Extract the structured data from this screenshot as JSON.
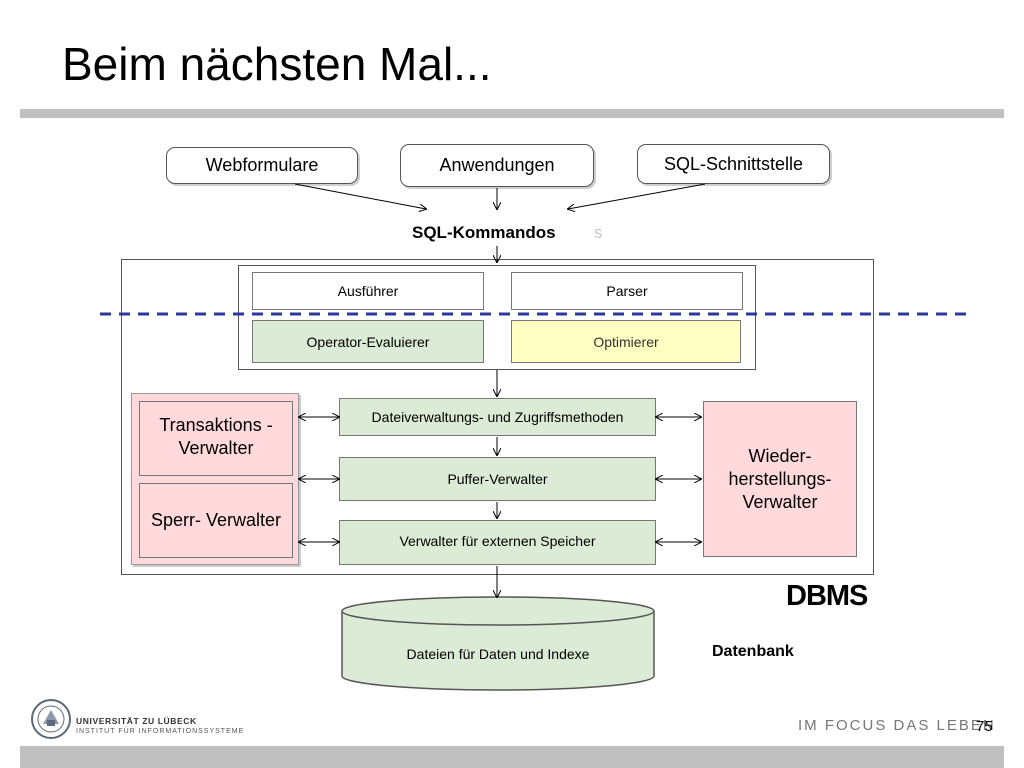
{
  "slide": {
    "title": "Beim nächsten Mal...",
    "page_number": "75"
  },
  "diagram": {
    "clients": {
      "webformulare": "Webformulare",
      "anwendungen": "Anwendungen",
      "sql_schnittstelle": "SQL-Schnittstelle"
    },
    "sql_kommandos": "SQL-Kommandos",
    "sql_kommandos_trace": "s",
    "query_processing": {
      "ausfuehrer": "Ausführer",
      "parser": "Parser",
      "operator_evaluierer": "Operator-Evaluierer",
      "optimierer": "Optimierer"
    },
    "storage": {
      "dateiverwaltung": "Dateiverwaltungs- und Zugriffsmethoden",
      "puffer_verwalter": "Puffer-Verwalter",
      "externer_speicher": "Verwalter für externen Speicher"
    },
    "transaktions_verwalter": "Transaktions - Verwalter",
    "sperr_verwalter": "Sperr- Verwalter",
    "wiederherstellungs_verwalter": "Wieder- herstellungs- Verwalter",
    "dbms_label": "DBMS",
    "dateien_label": "Dateien für Daten und Indexe",
    "datenbank_label": "Datenbank"
  },
  "footer": {
    "university": "UNIVERSITÄT ZU LÜBECK",
    "institute": "INSTITUT FÜR INFORMATIONSSYSTEME",
    "slogan": "IM FOCUS DAS LEBEN"
  },
  "colors": {
    "dashed_line": "#2b3a9a",
    "green_box": "#dcebd6",
    "yellow_box": "#ffffc4",
    "pink_box": "#ffd9dc",
    "gray_bar": "#c0c0c0"
  }
}
